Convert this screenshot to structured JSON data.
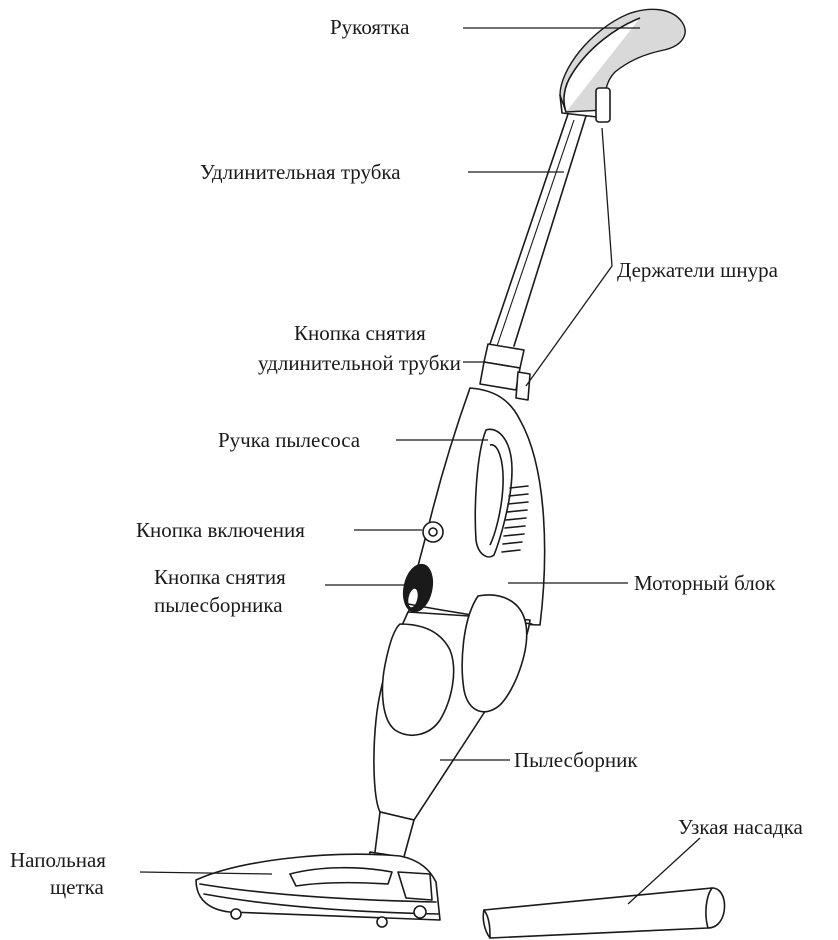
{
  "labels": {
    "handle": "Рукоятка",
    "extension_tube": "Удлинительная трубка",
    "cord_holders": "Держатели шнура",
    "tube_release_line1": "Кнопка снятия",
    "tube_release_line2": "удлинительной трубки",
    "vacuum_handle": "Ручка пылесоса",
    "power_button": "Кнопка включения",
    "bin_release_line1": "Кнопка снятия",
    "bin_release_line2": "пылесборника",
    "motor_unit": "Моторный блок",
    "dust_bin": "Пылесборник",
    "floor_brush_line1": "Напольная",
    "floor_brush_line2": "щетка",
    "crevice_tool": "Узкая насадка"
  }
}
